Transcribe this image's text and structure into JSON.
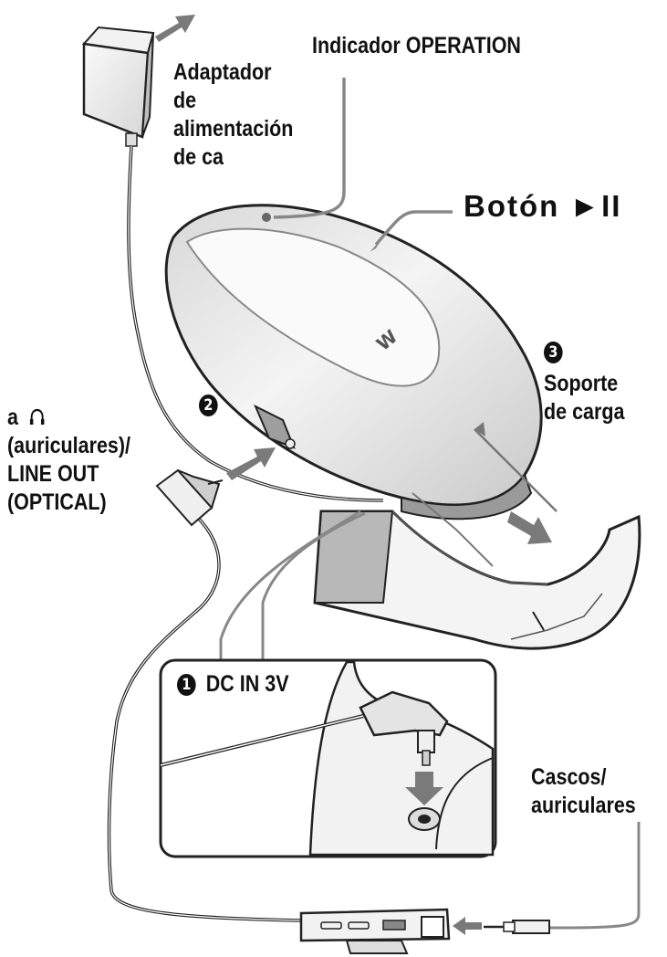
{
  "labels": {
    "operation_indicator": "Indicador OPERATION",
    "adapter": [
      "Adaptador",
      "de",
      "alimentación",
      "de ca"
    ],
    "play_button": "Botón ►II",
    "headphone_prefix": "a",
    "headphone_lines": [
      "(auriculares)/",
      "LINE OUT",
      "(OPTICAL)"
    ],
    "charging_stand": [
      "Soporte",
      "de carga"
    ],
    "dc_in": "DC IN 3V",
    "headphones": [
      "Cascos/",
      "auriculares"
    ]
  },
  "steps": {
    "dc_in": "1",
    "connect": "2",
    "stand": "3"
  },
  "icons": {
    "headphone": "headphone-icon",
    "logo": "walkman-logo-icon"
  },
  "colors": {
    "ink": "#111111",
    "arrow_gray": "#7a7a7a",
    "device_gray": "#e6e6e6"
  }
}
